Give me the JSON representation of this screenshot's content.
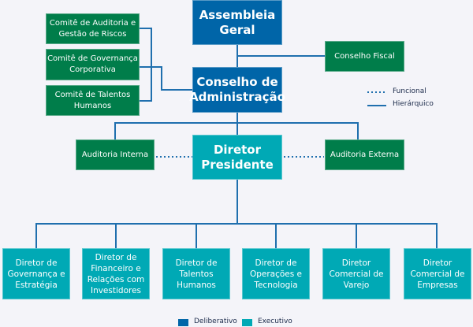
{
  "colors": {
    "deliberativo": "#0065a8",
    "executivo": "#00a9b5",
    "comite": "#007d4a",
    "connector": "#1f6fae",
    "background": "#f4f4f9"
  },
  "nodes": {
    "assembleia_geral": "Assembleia\nGeral",
    "conselho_administracao": "Conselho de\nAdministração",
    "conselho_fiscal": "Conselho Fiscal",
    "comite_auditoria": "Comitê de Auditoria e\nGestão de Riscos",
    "comite_governanca": "Comitê de Governança\nCorporativa",
    "comite_talentos": "Comitê de Talentos\nHumanos",
    "auditoria_interna": "Auditoria Interna",
    "auditoria_externa": "Auditoria Externa",
    "diretor_presidente": "Diretor\nPresidente",
    "diretores": [
      "Diretor de\nGovernança e\nEstratégia",
      "Diretor de\nFinanceiro e\nRelações com\nInvestidores",
      "Diretor de\nTalentos\nHumanos",
      "Diretor de\nOperações e\nTecnologia",
      "Diretor\nComercial de\nVarejo",
      "Diretor\nComercial de\nEmpresas"
    ]
  },
  "line_legend": {
    "funcional": "Funcional",
    "hierarquico": "Hierárquico"
  },
  "color_legend": {
    "deliberativo": "Deliberativo",
    "executivo": "Executivo"
  }
}
